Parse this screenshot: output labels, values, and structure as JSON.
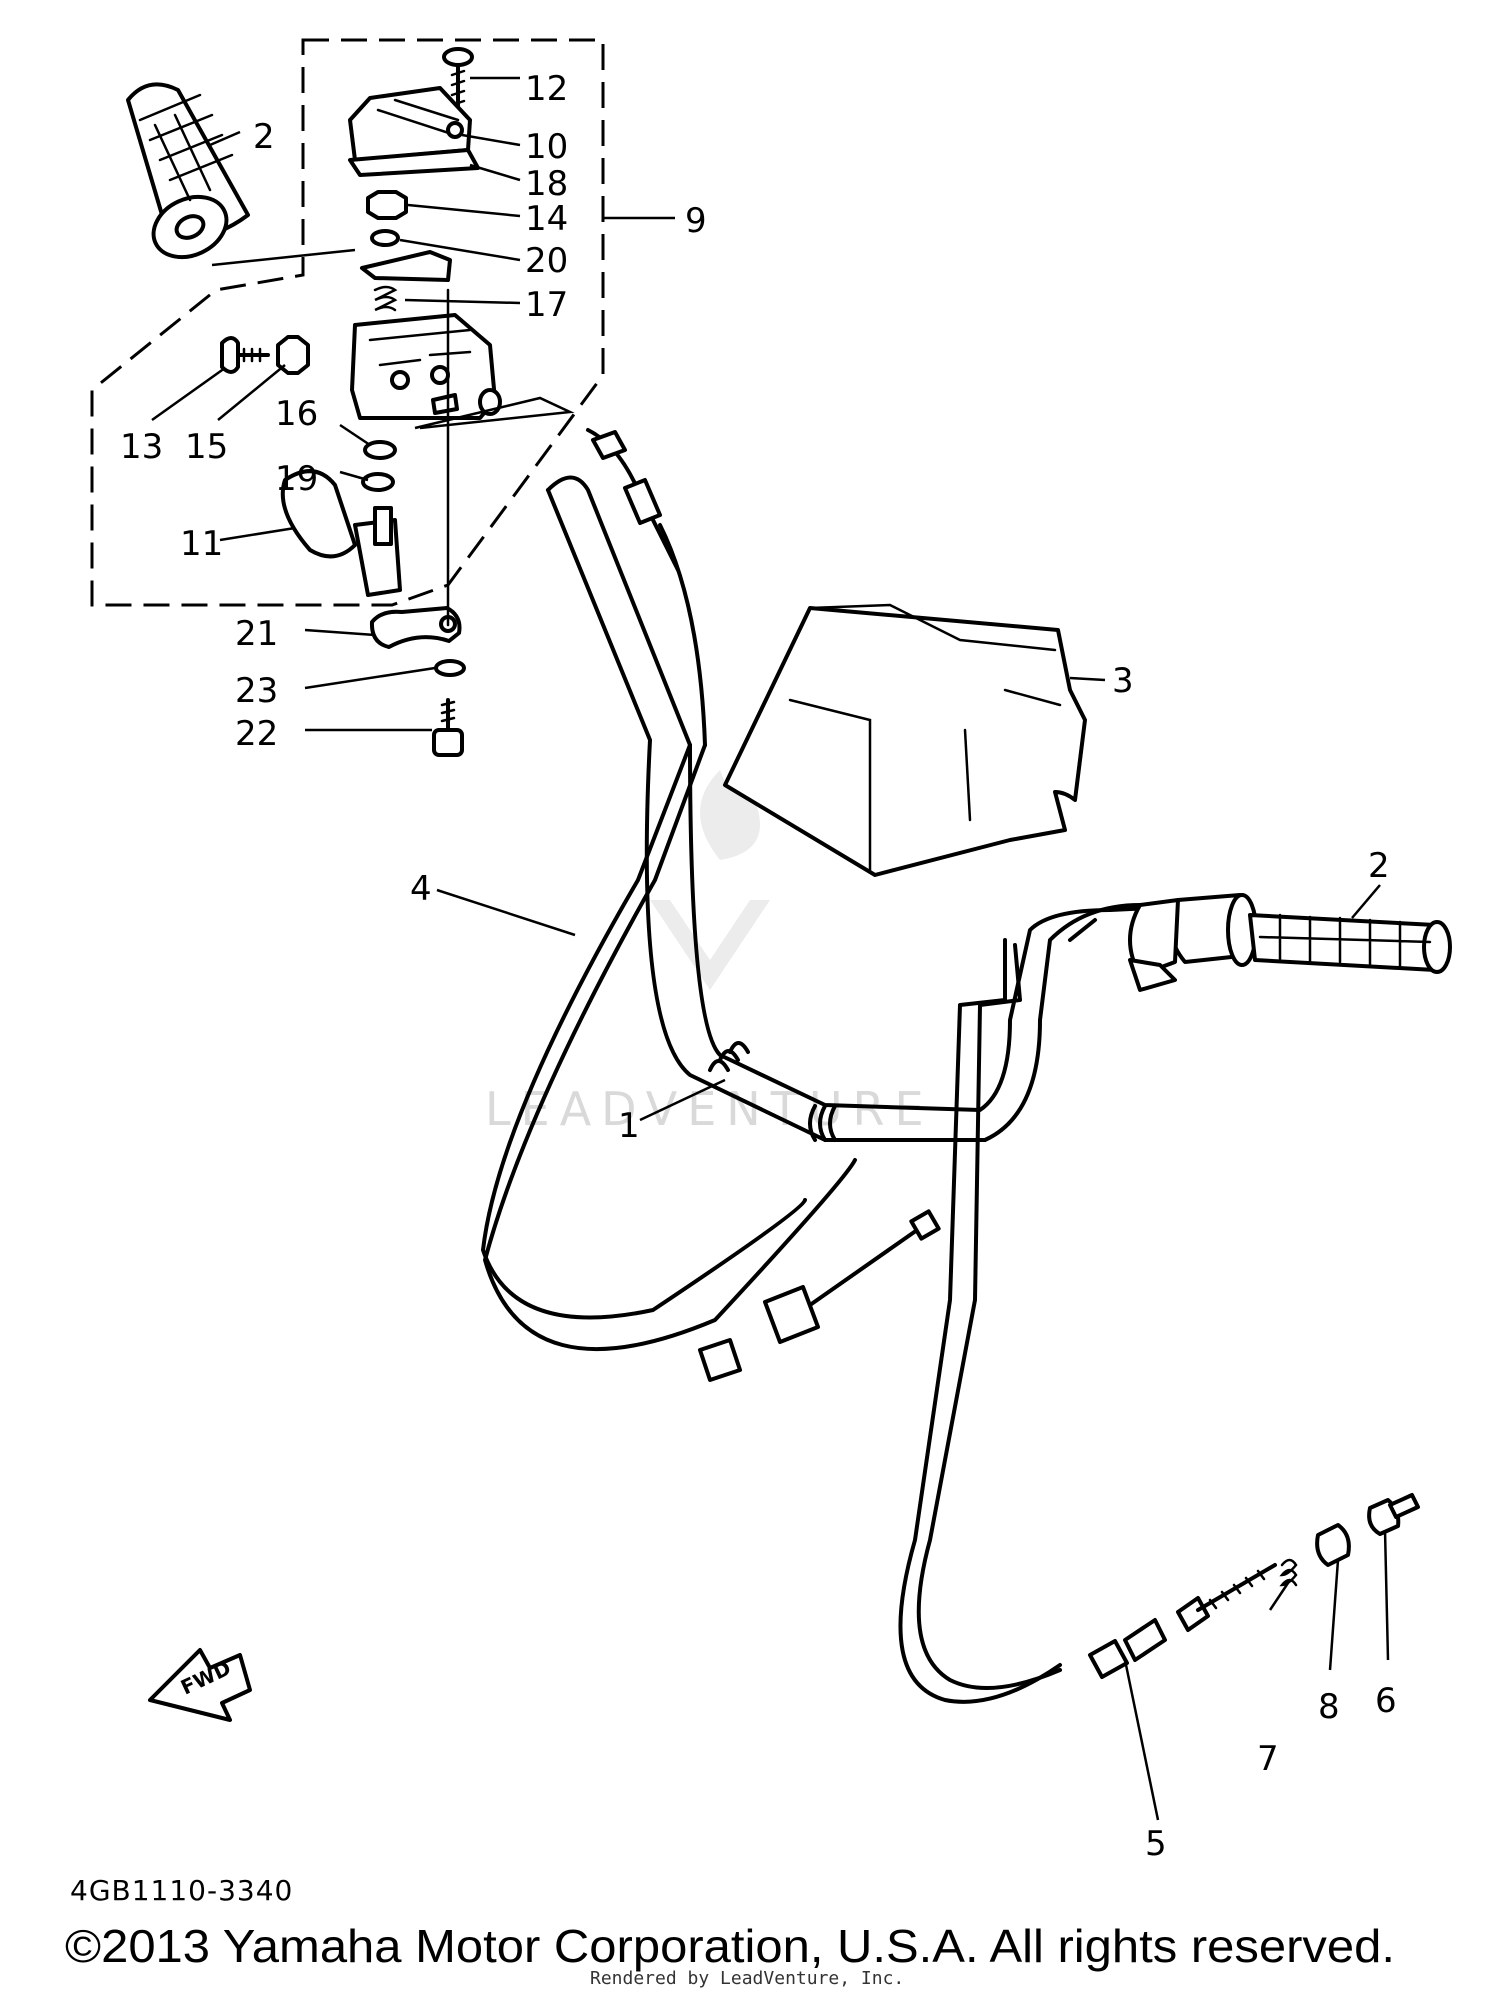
{
  "callouts": {
    "c1": "1",
    "c2a": "2",
    "c2b": "2",
    "c3": "3",
    "c4": "4",
    "c5": "5",
    "c6": "6",
    "c7": "7",
    "c8": "8",
    "c9": "9",
    "c10": "10",
    "c11": "11",
    "c12": "12",
    "c13": "13",
    "c14": "14",
    "c15": "15",
    "c16": "16",
    "c17": "17",
    "c18": "18",
    "c19": "19",
    "c20": "20",
    "c21": "21",
    "c22": "22",
    "c23": "23"
  },
  "fwd_label": "FWD",
  "diagram_code": "4GB1110-3340",
  "copyright": "©2013 Yamaha Motor Corporation, U.S.A. All rights reserved.",
  "rendered_by": "Rendered by LeadVenture, Inc.",
  "watermark": "LEADVENTURE"
}
